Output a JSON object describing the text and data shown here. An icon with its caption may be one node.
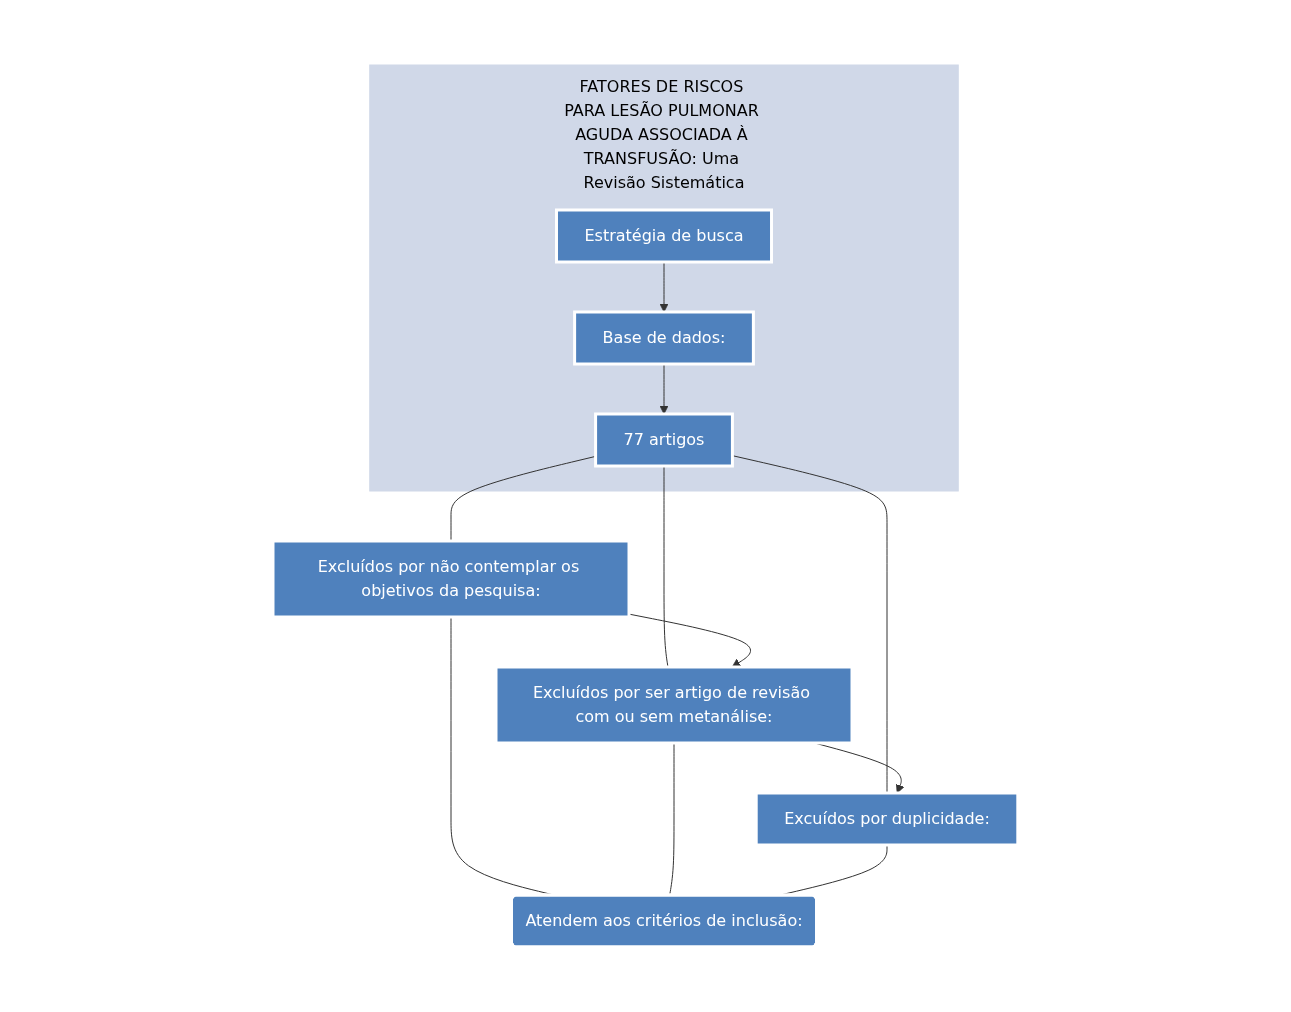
{
  "diagram": {
    "nodes": [
      {
        "text": [
          "FATORES DE RISCOS PARA LESÃO PULMONAR AGUDA ASSOCIADA À TRANSFUSÃO: Uma Revisão Sistemática"
        ]
      },
      {
        "text": [
          "Estratégia de busca"
        ],
        "in": 0
      },
      {
        "text": [
          "Base de dados:"
        ],
        "in": 0
      },
      {
        "text": [
          "77 artigos"
        ],
        "in": 0
      },
      {
        "text": [
          "Excluídos por não contemplar os objetivos da pesquisa:"
        ]
      },
      {
        "text": [
          "Excluídos por ser artigo de revisão com ou sem metanálise:"
        ]
      },
      {
        "text": [
          "Excuídos por duplicidade:"
        ]
      },
      {
        "text": [
          "Atendem aos critérios de inclusão:"
        ]
      }
    ],
    "edges": [
      {
        "from": 1,
        "to": 2,
        "arrow": "to"
      },
      {
        "from": 2,
        "to": 3,
        "arrow": "to"
      },
      {
        "from": 3,
        "to": 4,
        "arrow": "none"
      },
      {
        "from": 3,
        "to": 5,
        "arrow": "none"
      },
      {
        "from": 3,
        "to": 6,
        "arrow": "none"
      },
      {
        "from": 4,
        "to": 5,
        "arrow": "to"
      },
      {
        "from": 5,
        "to": 6,
        "arrow": "to"
      },
      {
        "from": 4,
        "to": 7,
        "arrow": "none"
      },
      {
        "from": 5,
        "to": 7,
        "arrow": "none"
      },
      {
        "from": 6,
        "to": 7,
        "arrow": "none"
      }
    ]
  }
}
